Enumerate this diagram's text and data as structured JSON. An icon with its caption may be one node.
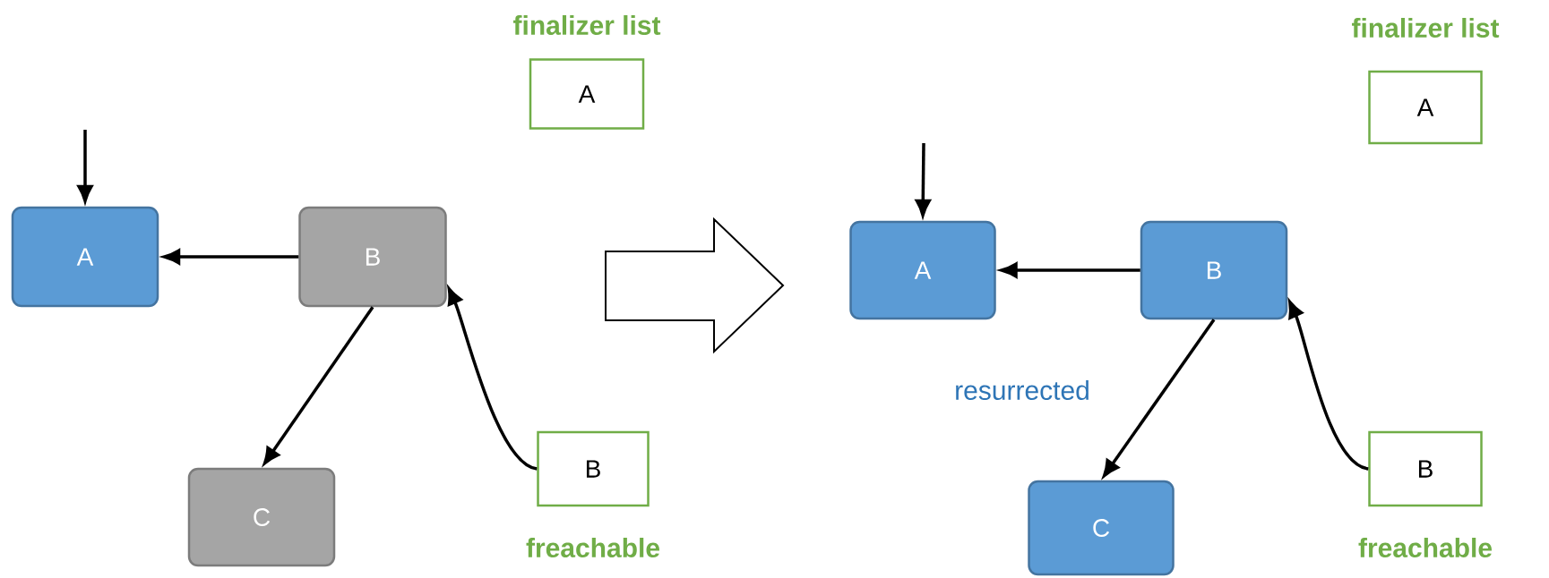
{
  "diagram": {
    "nodes": [
      {
        "text": [
          "A"
        ],
        "beside": [
          "finalizer list"
        ]
      },
      {
        "text": [
          "A"
        ]
      },
      {
        "text": [
          "B"
        ]
      },
      {
        "text": [
          "C"
        ]
      },
      {
        "text": [
          "B"
        ],
        "beside": [
          "freachable"
        ]
      },
      {
        "text": [
          "A"
        ],
        "beside": [
          "finalizer list"
        ]
      },
      {
        "text": [
          "A"
        ]
      },
      {
        "text": [
          "B"
        ]
      },
      {
        "text": [
          "C"
        ]
      },
      {
        "text": [
          "B"
        ],
        "beside": [
          "freachable"
        ]
      }
    ],
    "edges": [
      {
        "from": null,
        "to": 1,
        "arrow": "to"
      },
      {
        "from": 2,
        "to": 1,
        "arrow": "to"
      },
      {
        "from": 2,
        "to": 3,
        "arrow": "to"
      },
      {
        "from": 4,
        "to": 2,
        "arrow": "to"
      },
      {
        "from": null,
        "to": 6,
        "arrow": "to"
      },
      {
        "from": 7,
        "to": 6,
        "arrow": "to"
      },
      {
        "from": 7,
        "to": 8,
        "arrow": "to"
      },
      {
        "from": 9,
        "to": 7,
        "arrow": "to"
      }
    ],
    "labels": [
      "resurrected"
    ]
  }
}
